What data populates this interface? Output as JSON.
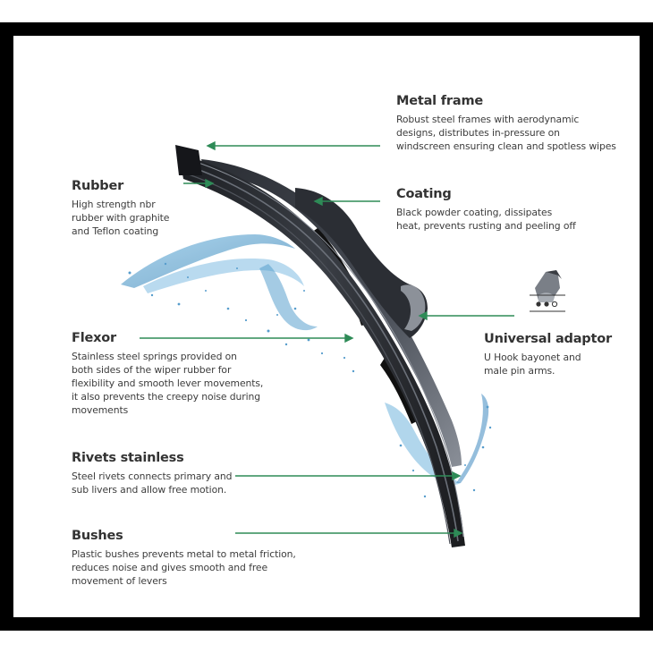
{
  "diagram": {
    "subject": "Wiper blade components",
    "accent_color": "#2e8b57",
    "frame_color": "#000000",
    "components": [
      {
        "id": "metal-frame",
        "title": "Metal frame",
        "description": "Robust steel frames with aerodynamic\ndesigns, distributes in-pressure on\nwindscreen ensuring clean and spotless wipes"
      },
      {
        "id": "rubber",
        "title": "Rubber",
        "description": "High strength nbr\nrubber with graphite\nand Teflon coating"
      },
      {
        "id": "coating",
        "title": "Coating",
        "description": "Black powder coating, dissipates\nheat, prevents rusting and peeling off"
      },
      {
        "id": "universal-adaptor",
        "title": "Universal adaptor",
        "description": "U Hook bayonet and\nmale pin arms."
      },
      {
        "id": "flexor",
        "title": "Flexor",
        "description": "Stainless steel springs provided on\nboth sides of the wiper rubber for\nflexibility and smooth lever movements,\nit also prevents the creepy noise during\nmovements"
      },
      {
        "id": "rivets-stainless",
        "title": "Rivets stainless",
        "description": "Steel rivets connects primary and\nsub livers and allow free motion."
      },
      {
        "id": "bushes",
        "title": "Bushes",
        "description": "Plastic bushes prevents metal to metal friction,\nreduces noise and gives smooth and free\nmovement of levers"
      }
    ]
  }
}
